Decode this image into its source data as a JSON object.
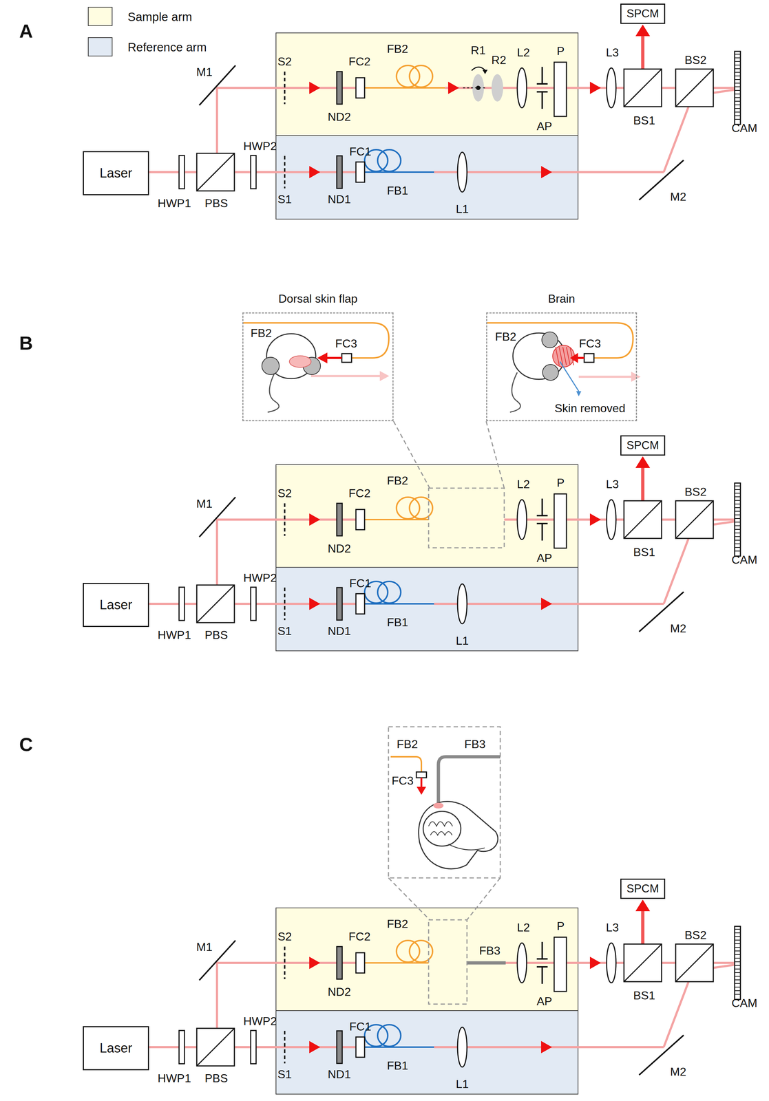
{
  "diagram": {
    "nodes": [
      {
        "text": [
          "Laser"
        ]
      },
      {
        "text": [
          "SPCM"
        ]
      },
      {
        "text": [
          "Dorsal skin flap"
        ]
      },
      {
        "text": [
          "Brain"
        ]
      },
      {
        "text": [
          "Laser"
        ]
      },
      {
        "text": [
          "SPCM"
        ]
      },
      {
        "text": [
          "Laser"
        ]
      },
      {
        "text": [
          "SPCM"
        ]
      }
    ],
    "labels": [
      "A",
      "M1",
      "S2",
      "ND2",
      "FC2",
      "FB2",
      "L2",
      "P",
      "AP",
      "L3",
      "BS1",
      "BS2",
      "CAM",
      "HWP2",
      "S1",
      "ND1",
      "FC1",
      "FB1",
      "L1",
      "M2",
      "HWP1",
      "PBS",
      "R1",
      "R2",
      "B",
      "M1",
      "S2",
      "ND2",
      "FC2",
      "FB2",
      "L2",
      "P",
      "AP",
      "L3",
      "BS1",
      "BS2",
      "CAM",
      "HWP2",
      "S1",
      "ND1",
      "FC1",
      "FB1",
      "L1",
      "M2",
      "HWP1",
      "PBS",
      "FB2",
      "FC3",
      "FB2",
      "FC3",
      "Skin removed",
      "C",
      "M1",
      "S2",
      "ND2",
      "FC2",
      "FB2",
      "L2",
      "P",
      "AP",
      "L3",
      "BS1",
      "BS2",
      "CAM",
      "HWP2",
      "S1",
      "ND1",
      "FC1",
      "FB1",
      "L1",
      "M2",
      "HWP1",
      "PBS",
      "FB3",
      "FB2",
      "FB3",
      "FC3"
    ],
    "legend": [
      {
        "text": "Sample arm",
        "color": "#fffde1"
      },
      {
        "text": "Reference arm",
        "color": "#e2eaf4"
      }
    ]
  }
}
